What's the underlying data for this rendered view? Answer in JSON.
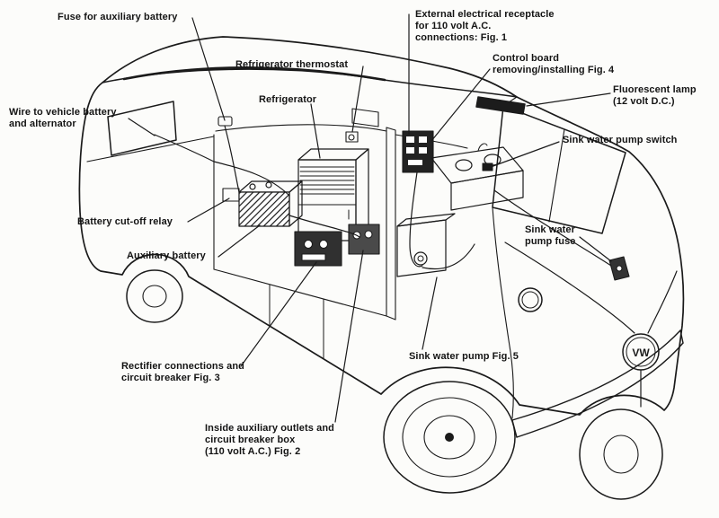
{
  "palette": {
    "ink": "#1a1a1a",
    "paper": "#fcfcfa"
  },
  "emblem": {
    "text": "VW"
  },
  "labels": {
    "fuse_aux_battery": {
      "lines": [
        "Fuse for auxiliary battery"
      ]
    },
    "external_receptacle": {
      "lines": [
        "External electrical receptacle",
        "for 110 volt A.C.",
        "connections: Fig. 1"
      ]
    },
    "refrigerator_thermostat": {
      "lines": [
        "Refrigerator thermostat"
      ]
    },
    "control_board": {
      "lines": [
        "Control board",
        "removing/installing Fig. 4"
      ]
    },
    "refrigerator": {
      "lines": [
        "Refrigerator"
      ]
    },
    "fluorescent_lamp": {
      "lines": [
        "Fluorescent lamp",
        "(12 volt D.C.)"
      ]
    },
    "wire_vehicle_battery": {
      "lines": [
        "Wire to vehicle battery",
        "and alternator"
      ]
    },
    "sink_pump_switch": {
      "lines": [
        "Sink water pump switch"
      ]
    },
    "battery_cutoff_relay": {
      "lines": [
        "Battery cut-off relay"
      ]
    },
    "auxiliary_battery": {
      "lines": [
        "Auxiliary battery"
      ]
    },
    "sink_pump_fuse": {
      "lines": [
        "Sink water",
        "pump fuse"
      ]
    },
    "rectifier_connections": {
      "lines": [
        "Rectifier connections and",
        "circuit breaker Fig. 3"
      ]
    },
    "sink_water_pump": {
      "lines": [
        "Sink water pump Fig. 5"
      ]
    },
    "inside_outlets": {
      "lines": [
        "Inside auxiliary outlets and",
        "circuit breaker box",
        "(110 volt A.C.) Fig. 2"
      ]
    }
  }
}
